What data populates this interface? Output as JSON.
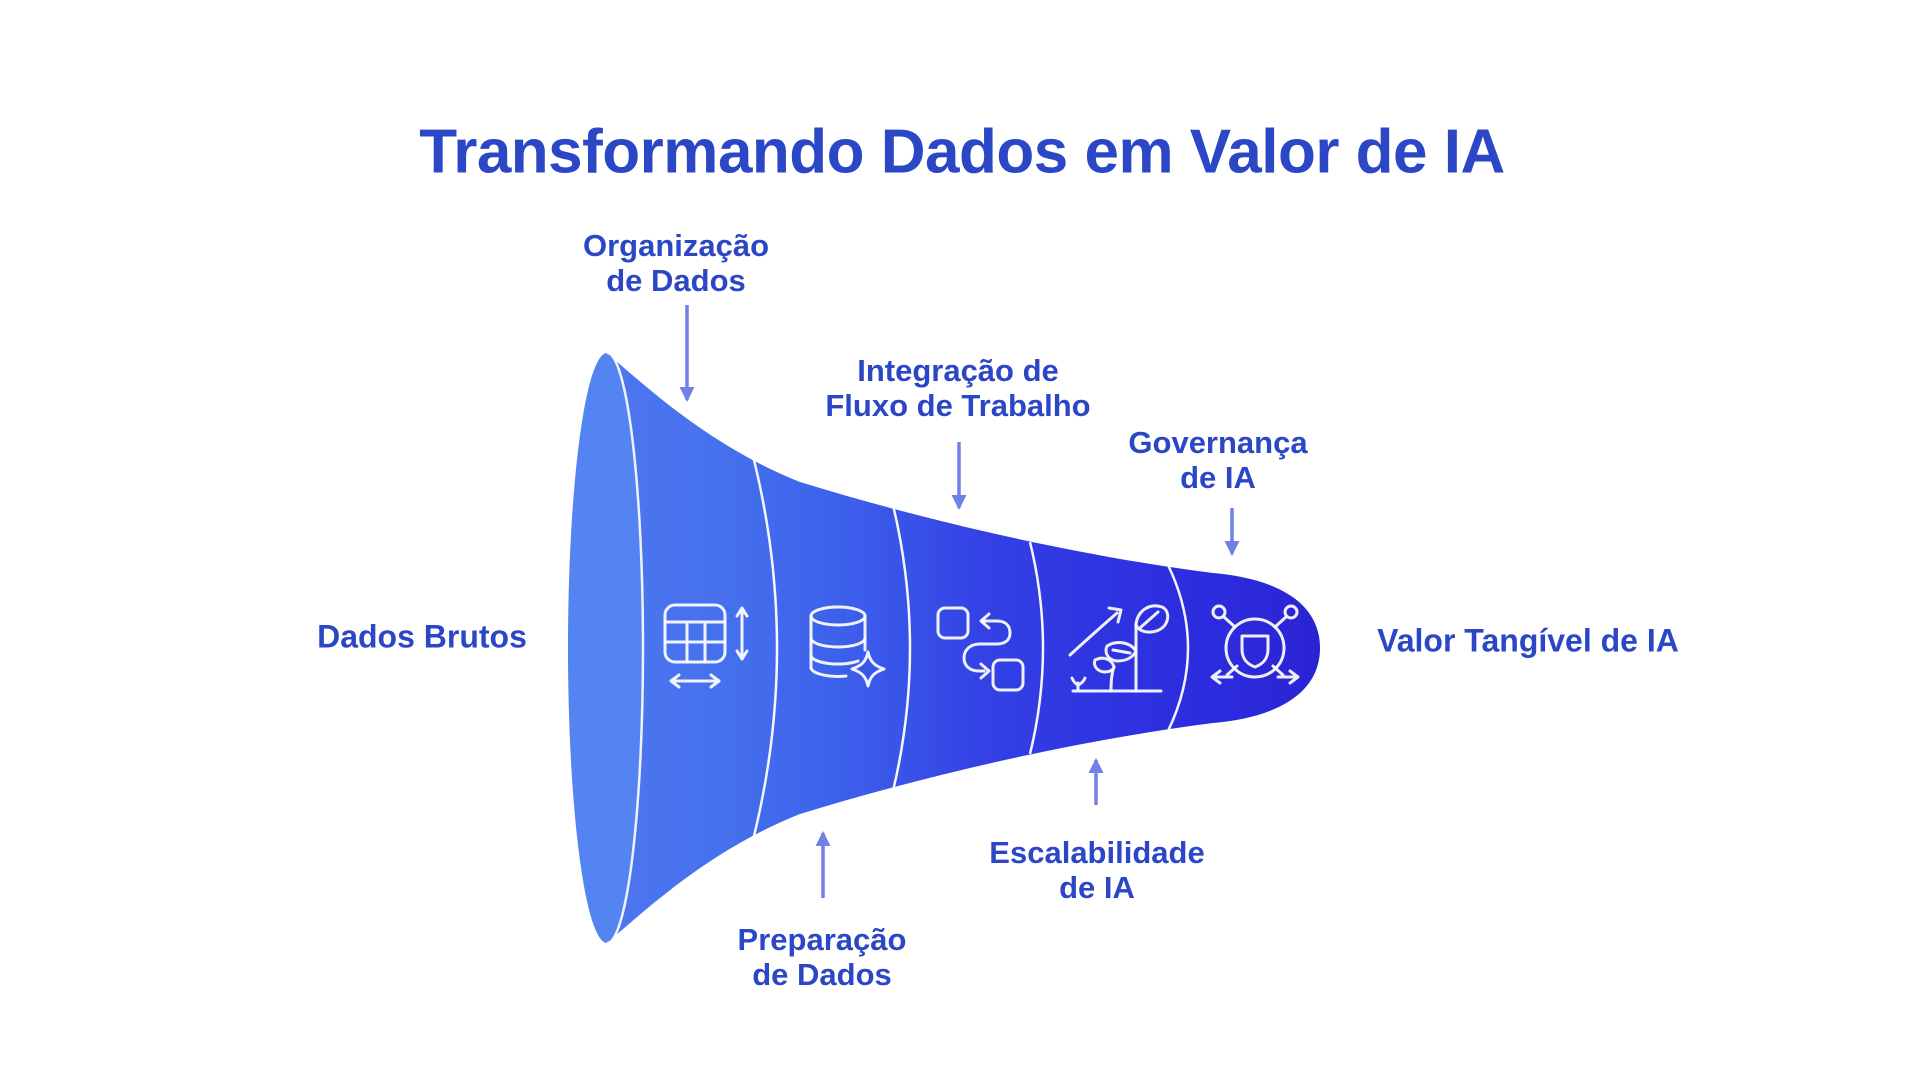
{
  "title": "Transformando Dados em Valor de IA",
  "colors": {
    "background": "#FFFFFF",
    "title_text": "#2B47C6",
    "label_text": "#2B47C6",
    "arrow": "#7080E6",
    "funnel_gradient_start": "#4E76EF",
    "funnel_gradient_end": "#2B23D2",
    "funnel_rim": "#5483F2",
    "divider": "#FFFFFF",
    "icon_stroke": "#FFFFFF"
  },
  "funnel": {
    "input_label": "Dados Brutos",
    "output_label": "Valor Tangível de IA",
    "stages": [
      {
        "id": "organizacao",
        "label_lines": [
          "Organização",
          "de Dados"
        ],
        "icon": "table-columns-resize-icon",
        "label_position": "top"
      },
      {
        "id": "preparacao",
        "label_lines": [
          "Preparação",
          "de Dados"
        ],
        "icon": "database-sparkle-icon",
        "label_position": "bottom"
      },
      {
        "id": "integracao",
        "label_lines": [
          "Integração de",
          "Fluxo de Trabalho"
        ],
        "icon": "workflow-steps-icon",
        "label_position": "top"
      },
      {
        "id": "escalabilidade",
        "label_lines": [
          "Escalabilidade",
          "de IA"
        ],
        "icon": "growth-plant-icon",
        "label_position": "bottom"
      },
      {
        "id": "governanca",
        "label_lines": [
          "Governança",
          "de IA"
        ],
        "icon": "shield-network-icon",
        "label_position": "top"
      }
    ]
  }
}
